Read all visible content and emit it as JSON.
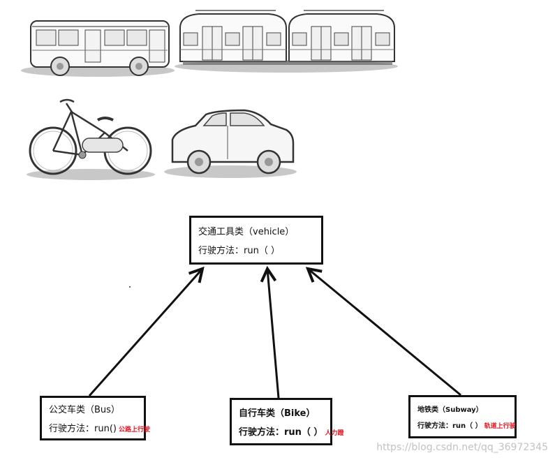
{
  "diagram": {
    "parent": {
      "title": "交通工具类（vehicle）",
      "method": "行驶方法：run（ ）"
    },
    "children": [
      {
        "title": "公交车类（Bus）",
        "method": "行驶方法：run()",
        "note": "公路上行驶"
      },
      {
        "title": "自行车类（Bike）",
        "method": "行驶方法：run（ ）",
        "note": "人力蹬"
      },
      {
        "title": "地铁类（Subway）",
        "method": "行驶方法：run（ ）",
        "note": "轨道上行驶"
      }
    ]
  },
  "images": [
    "bus-illustration",
    "subway-train-illustration",
    "bicycle-illustration",
    "car-illustration"
  ],
  "watermark": "https://blog.csdn.net/qq_36972345"
}
